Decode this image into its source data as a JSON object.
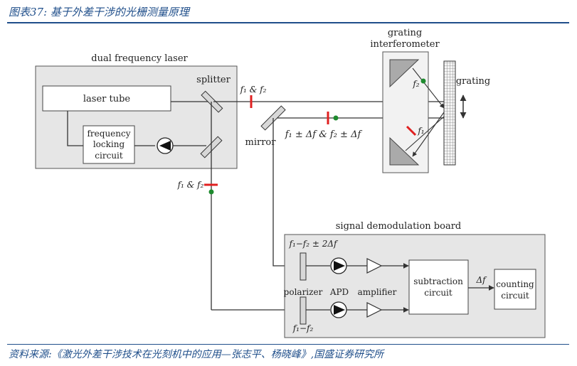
{
  "figure": {
    "title": "图表37: 基于外差干涉的光栅测量原理",
    "source": "资料来源:《激光外差干涉技术在光刻机中的应用—张志平、杨晓峰》,国盛证券研究所"
  },
  "blocks": {
    "dual_laser": "dual frequency laser",
    "laser_tube": "laser tube",
    "locking_l1": "frequency",
    "locking_l2": "locking",
    "locking_l3": "circuit",
    "splitter": "splitter",
    "mirror": "mirror",
    "interf_l1": "grating",
    "interf_l2": "interferometer",
    "grating": "grating",
    "demod_board": "signal demodulation board",
    "sub_l1": "subtraction",
    "sub_l2": "circuit",
    "cnt_l1": "counting",
    "cnt_l2": "circuit",
    "polarizer": "polarizer",
    "apd": "APD",
    "amplifier": "amplifier"
  },
  "beam_labels": {
    "f1f2_top": "f₁ & f₂",
    "f1f2_shift": "f₁ ± Δf & f₂ ± Δf",
    "f1f2_left": "f₁ & f₂",
    "f2_inside": "f₂",
    "f1_inside": "f₁",
    "diff_shift": "f₁−f₂ ± 2Δf",
    "diff_ref": "f₁−f₂",
    "delta_f": "Δf"
  },
  "colors": {
    "title": "#1f4e8a",
    "marker_red": "#e02020",
    "marker_green": "#1e8a2e",
    "box_fill": "#e6e6e6",
    "line": "#333333"
  }
}
